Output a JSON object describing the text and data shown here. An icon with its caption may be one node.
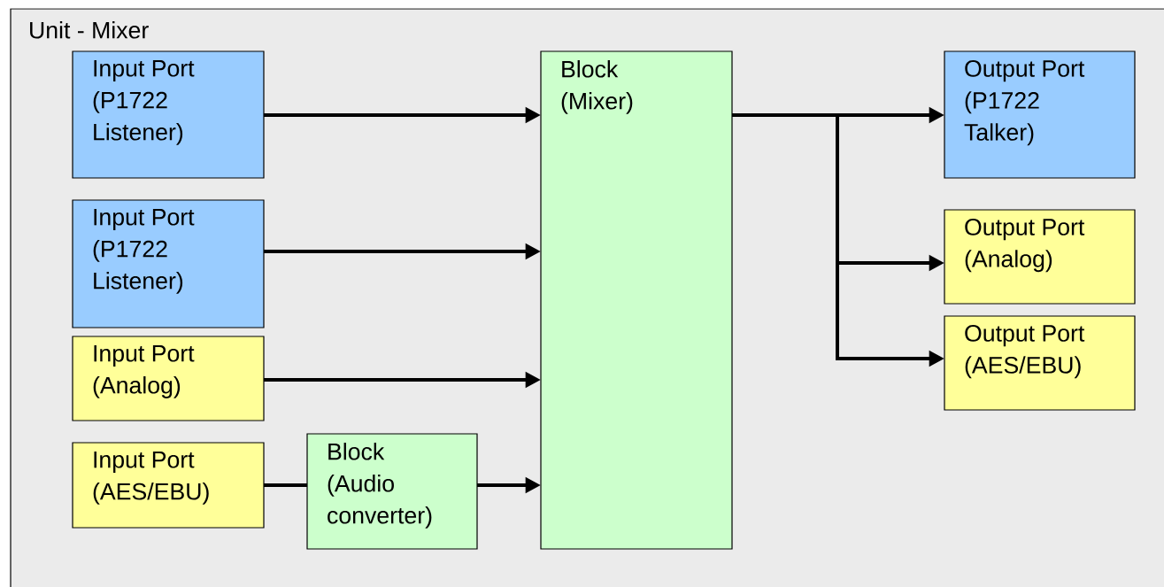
{
  "diagram": {
    "nodes": [
      {
        "text": [
          "Unit - Mixer"
        ]
      },
      {
        "text": [
          "Input Port (P1722 Listener)"
        ],
        "in": 0
      },
      {
        "text": [
          "Input Port (P1722 Listener)"
        ],
        "in": 0
      },
      {
        "text": [
          "Input Port (Analog)"
        ],
        "in": 0
      },
      {
        "text": [
          "Input Port (AES/EBU)"
        ],
        "in": 0
      },
      {
        "text": [
          "Block (Audio converter)"
        ],
        "in": 0
      },
      {
        "text": [
          "Block (Mixer)"
        ],
        "in": 0
      },
      {
        "text": [
          "Output Port (P1722 Talker)"
        ],
        "in": 0
      },
      {
        "text": [
          "Output Port (Analog)"
        ],
        "in": 0
      },
      {
        "text": [
          "Output Port (AES/EBU)"
        ],
        "in": 0
      }
    ],
    "edges": [
      {
        "from": 1,
        "to": 6,
        "arrow": "to"
      },
      {
        "from": 2,
        "to": 6,
        "arrow": "to"
      },
      {
        "from": 3,
        "to": 6,
        "arrow": "to"
      },
      {
        "from": 4,
        "to": 5,
        "arrow": "none"
      },
      {
        "from": 5,
        "to": 6,
        "arrow": "to"
      },
      {
        "from": 6,
        "to": 7,
        "arrow": "to"
      },
      {
        "from": 6,
        "to": 8,
        "arrow": "to"
      },
      {
        "from": 6,
        "to": 9,
        "arrow": "to"
      }
    ]
  }
}
